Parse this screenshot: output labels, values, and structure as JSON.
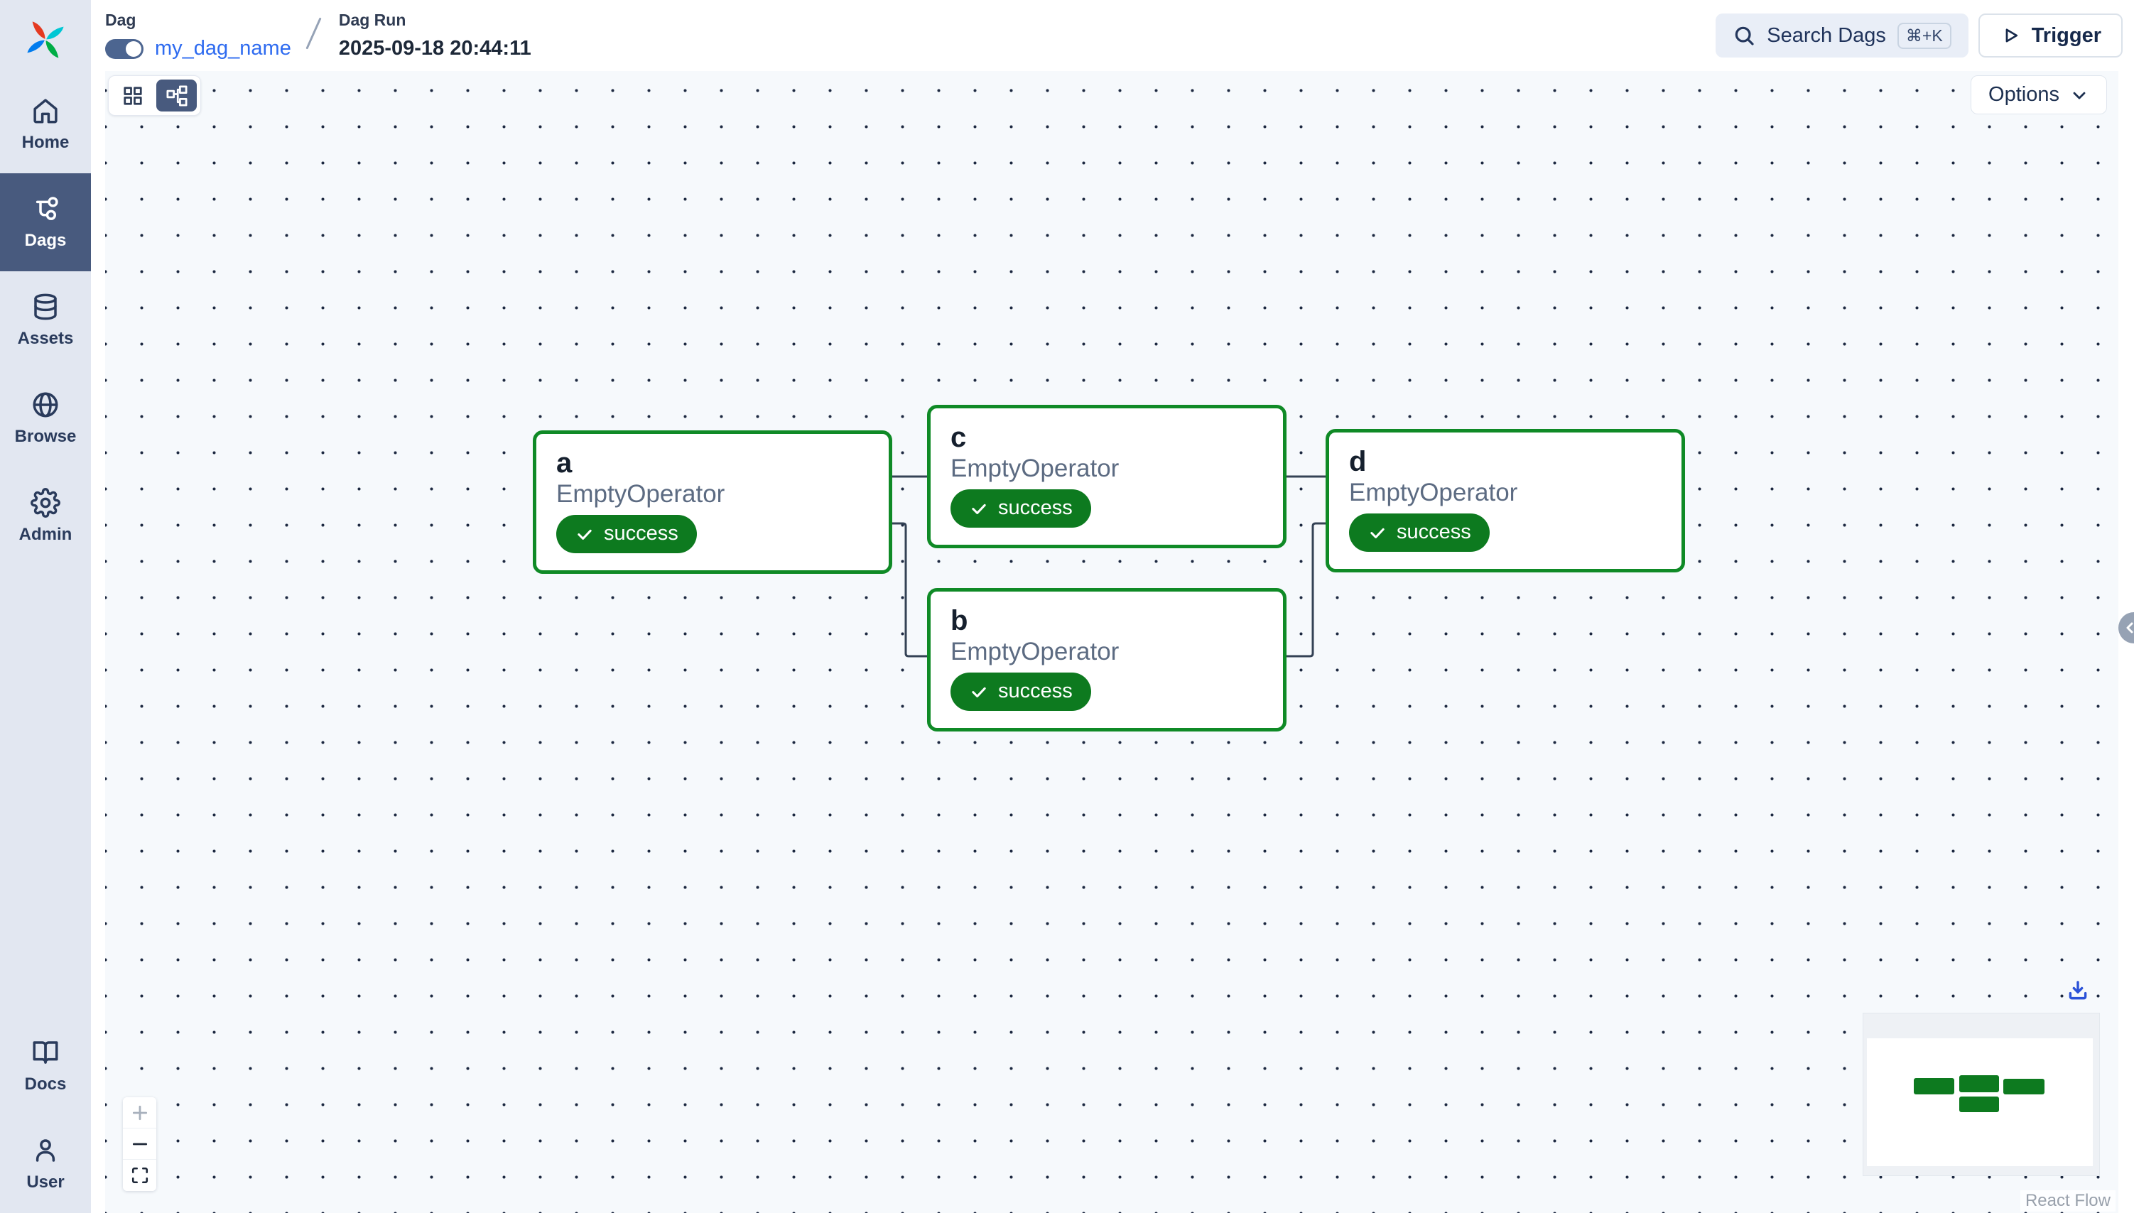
{
  "app": {
    "name": "Apache Airflow"
  },
  "colors": {
    "sidebar_bg": "#e2e7f1",
    "nav_active_bg": "#485a7e",
    "link_blue": "#2e6bf0",
    "node_border_green": "#0f8a26",
    "success_green": "#0d7a1f",
    "canvas_bg": "#f6f9fc",
    "edge": "#344255",
    "download_blue": "#2b52d8"
  },
  "sidebar": {
    "items": [
      {
        "label": "Home",
        "icon": "home-icon",
        "active": false
      },
      {
        "label": "Dags",
        "icon": "dag-branch-icon",
        "active": true
      },
      {
        "label": "Assets",
        "icon": "database-icon",
        "active": false
      },
      {
        "label": "Browse",
        "icon": "globe-icon",
        "active": false
      },
      {
        "label": "Admin",
        "icon": "gear-icon",
        "active": false
      }
    ],
    "footer_items": [
      {
        "label": "Docs",
        "icon": "book-open-icon"
      },
      {
        "label": "User",
        "icon": "person-icon"
      }
    ]
  },
  "header": {
    "dag": {
      "label": "Dag",
      "name": "my_dag_name",
      "favorite_toggle_on": true
    },
    "run": {
      "label": "Dag Run",
      "timestamp": "2025-09-18 20:44:11"
    },
    "search": {
      "label": "Search Dags",
      "shortcut": "⌘+K",
      "icon": "search-icon"
    },
    "trigger": {
      "label": "Trigger",
      "icon": "play-icon"
    }
  },
  "canvas": {
    "view_toggle": [
      {
        "icon": "grid-view-icon",
        "active": false
      },
      {
        "icon": "graph-view-icon",
        "active": true
      }
    ],
    "options_label": "Options",
    "zoom_controls": [
      {
        "icon": "zoom-in-icon",
        "disabled": true
      },
      {
        "icon": "zoom-out-icon",
        "disabled": false
      },
      {
        "icon": "fit-view-icon",
        "disabled": false
      }
    ],
    "download_icon": "download-icon",
    "attribution": "React Flow"
  },
  "graph": {
    "nodes": [
      {
        "id": "a",
        "operator": "EmptyOperator",
        "state": "success"
      },
      {
        "id": "b",
        "operator": "EmptyOperator",
        "state": "success"
      },
      {
        "id": "c",
        "operator": "EmptyOperator",
        "state": "success"
      },
      {
        "id": "d",
        "operator": "EmptyOperator",
        "state": "success"
      }
    ],
    "edges": [
      "a→c",
      "a→b",
      "c→d",
      "b→d"
    ]
  }
}
